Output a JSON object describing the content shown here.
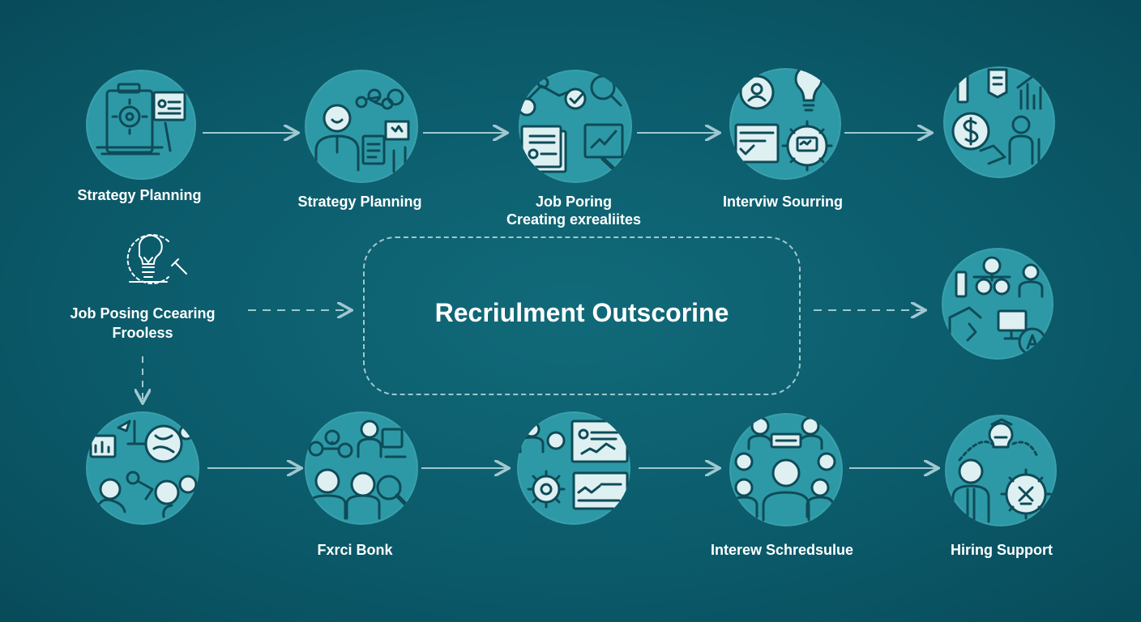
{
  "center": {
    "title": "Recriulment Outscorine"
  },
  "top_row": [
    {
      "label": "Strategy Planning"
    },
    {
      "label": "Strategy Planning"
    },
    {
      "label_line1": "Job Poring",
      "label_line2": "Creating exrealiites"
    },
    {
      "label": "Interviw Sourring"
    },
    {
      "label": ""
    }
  ],
  "left_middle": {
    "label_line1": "Job Posing Ccearing",
    "label_line2": "Frooless"
  },
  "bottom_row": [
    {
      "label": ""
    },
    {
      "label": "Fxrci Bonk"
    },
    {
      "label": ""
    },
    {
      "label": "Interew Schredsulue"
    },
    {
      "label": "Hiring Support"
    }
  ],
  "colors": {
    "background": "#0b5a6a",
    "node_fill": "#2e99a6",
    "line_art": "#0e4b58",
    "connector": "#9fc8d0",
    "text": "#ffffff"
  },
  "icons": {
    "top_row": [
      "clipboard-gear-icon",
      "team-meeting-icon",
      "job-posting-icon",
      "interview-sourcing-icon",
      "finance-growth-icon"
    ],
    "left_middle": "lightbulb-icon",
    "right_middle": "workflow-network-icon",
    "bottom_row": [
      "analytics-team-icon",
      "candidate-bank-icon",
      "collaboration-icon",
      "interview-schedule-icon",
      "hiring-support-icon"
    ]
  }
}
